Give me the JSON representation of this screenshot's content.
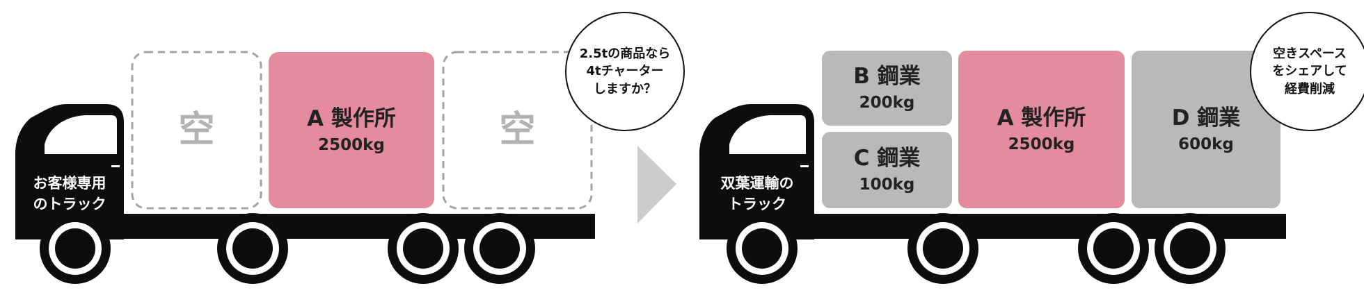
{
  "colors": {
    "truck": "#0d0d0d",
    "empty_border": "#a3a3a3",
    "empty_text": "#b3b3b3",
    "pink_cargo": "#e48b9d",
    "gray_cargo": "#b9b9b9",
    "arrow": "#cccccc"
  },
  "before": {
    "cab_label": [
      "お客様専用",
      "のトラック"
    ],
    "slots": [
      {
        "type": "empty",
        "label": "空"
      },
      {
        "type": "cargo",
        "name": "A 製作所",
        "weight": "2500kg"
      },
      {
        "type": "empty",
        "label": "空"
      }
    ],
    "bubble": [
      "2.5tの商品なら",
      "4tチャーター",
      "しますか？"
    ]
  },
  "arrow_icon": "right-triangle-arrow",
  "after": {
    "cab_label": [
      "双葉運輸の",
      "トラック"
    ],
    "cargo": [
      {
        "name": "B 鋼業",
        "weight": "200kg"
      },
      {
        "name": "C 鋼業",
        "weight": "100kg"
      },
      {
        "name": "A 製作所",
        "weight": "2500kg"
      },
      {
        "name": "D 鋼業",
        "weight": "600kg"
      }
    ],
    "bubble": [
      "空きスペース",
      "をシェアして",
      "経費削減"
    ]
  }
}
